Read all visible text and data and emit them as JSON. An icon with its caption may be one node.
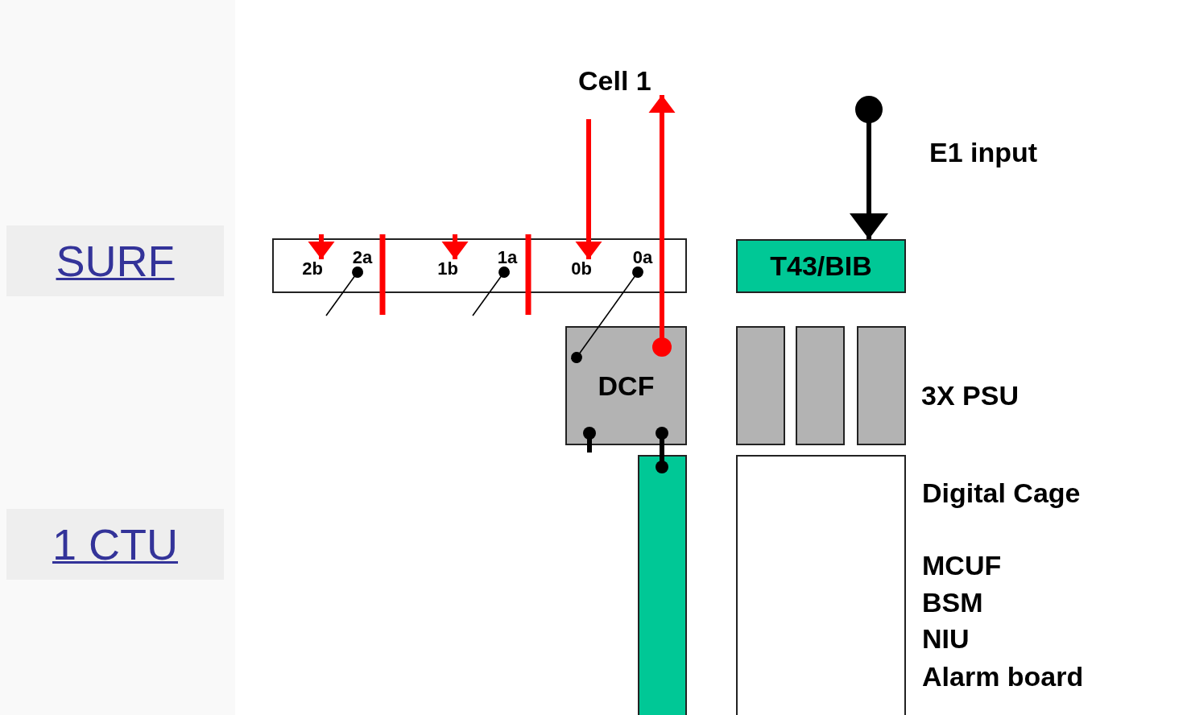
{
  "diagram": {
    "nodes": [
      {
        "text": [
          "Cell 1"
        ]
      },
      {
        "text": [
          "SURF"
        ]
      },
      {
        "text": [],
        "shape": "box"
      },
      {
        "text": [
          "2b"
        ],
        "in": 2
      },
      {
        "text": [
          "2a"
        ],
        "in": 2
      },
      {
        "text": [
          "1b"
        ],
        "in": 2
      },
      {
        "text": [
          "1a"
        ],
        "in": 2
      },
      {
        "text": [
          "0b"
        ],
        "in": 2
      },
      {
        "text": [
          "0a"
        ],
        "in": 2
      },
      {
        "text": [
          "T43/BIB"
        ]
      },
      {
        "text": [
          "DCF"
        ]
      },
      {
        "text": [],
        "shape": "box"
      },
      {
        "text": [],
        "shape": "box"
      },
      {
        "text": [],
        "shape": "box"
      },
      {
        "text": [
          "1 CTU"
        ]
      },
      {
        "text": [],
        "shape": "bar"
      },
      {
        "text": [],
        "shape": "box",
        "beside": [
          "Digital Cage",
          "MCUF",
          "BSM",
          "NIU",
          "Alarm board"
        ]
      }
    ],
    "edges": [
      {
        "from": null,
        "to": 3,
        "arrow": "to",
        "color": "#ff0000"
      },
      {
        "from": null,
        "to": 5,
        "arrow": "to",
        "color": "#ff0000"
      },
      {
        "from": null,
        "to": 7,
        "arrow": "to",
        "color": "#ff0000"
      },
      {
        "from": 10,
        "to": 0,
        "arrow": "to",
        "color": "#ff0000"
      },
      {
        "from": null,
        "to": 9,
        "arrow": "to"
      },
      {
        "from": 8,
        "to": 10,
        "arrow": "other"
      },
      {
        "from": 4,
        "to": null,
        "arrow": "other"
      },
      {
        "from": 6,
        "to": null,
        "arrow": "other"
      },
      {
        "from": 10,
        "to": 15,
        "arrow": "other"
      },
      {
        "from": 10,
        "to": null,
        "arrow": "other"
      }
    ],
    "labels": [
      "E1 input",
      "3X PSU"
    ]
  }
}
